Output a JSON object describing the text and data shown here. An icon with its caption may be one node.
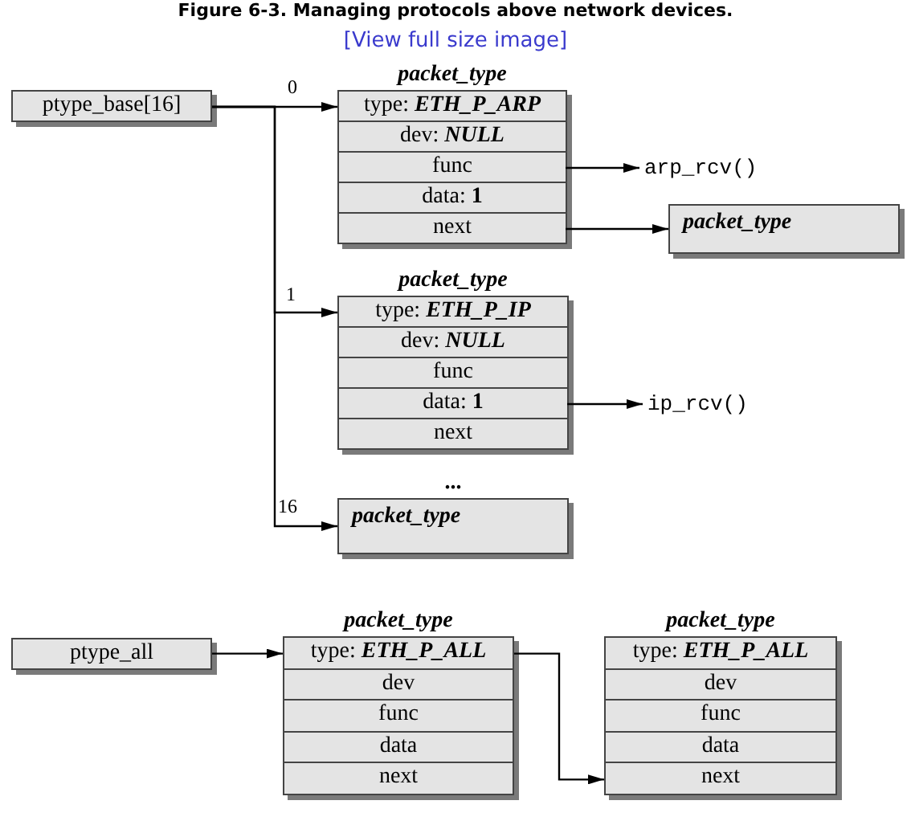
{
  "diagram": {
    "title": "Figure 6-3. Managing protocols above network devices.",
    "nodes": [
      {
        "text": [
          "ptype_base[16]"
        ]
      },
      {
        "text": [
          "packet_type"
        ]
      },
      {
        "text": [
          "type: *ETH_P_ARP*"
        ],
        "in": 1
      },
      {
        "text": [
          "dev: *NULL*"
        ],
        "in": 1
      },
      {
        "text": [
          "func"
        ],
        "in": 1
      },
      {
        "text": [
          "data: **1**"
        ],
        "in": 1
      },
      {
        "text": [
          "next"
        ],
        "in": 1
      },
      {
        "text": [
          "arp_rcv()"
        ]
      },
      {
        "text": [
          "packet_type"
        ]
      },
      {
        "text": [
          "packet_type"
        ]
      },
      {
        "text": [
          "type: *ETH_P_IP*"
        ],
        "in": 9
      },
      {
        "text": [
          "dev: *NULL*"
        ],
        "in": 9
      },
      {
        "text": [
          "func"
        ],
        "in": 9
      },
      {
        "text": [
          "data: **1**"
        ],
        "in": 9
      },
      {
        "text": [
          "next"
        ],
        "in": 9
      },
      {
        "text": [
          "ip_rcv()"
        ]
      },
      {
        "text": [
          "packet_type"
        ]
      },
      {
        "text": [
          "ptype_all"
        ]
      },
      {
        "text": [
          "packet_type"
        ]
      },
      {
        "text": [
          "type: *ETH_P_ALL*"
        ],
        "in": 18
      },
      {
        "text": [
          "dev"
        ],
        "in": 18
      },
      {
        "text": [
          "func"
        ],
        "in": 18
      },
      {
        "text": [
          "data"
        ],
        "in": 18
      },
      {
        "text": [
          "next"
        ],
        "in": 18
      },
      {
        "text": [
          "packet_type"
        ]
      },
      {
        "text": [
          "type: *ETH_P_ALL*"
        ],
        "in": 24
      },
      {
        "text": [
          "dev"
        ],
        "in": 24
      },
      {
        "text": [
          "func"
        ],
        "in": 24
      },
      {
        "text": [
          "data"
        ],
        "in": 24
      },
      {
        "text": [
          "next"
        ],
        "in": 24
      }
    ],
    "edges": [
      {
        "from": 0,
        "to": 1,
        "arrow": "to",
        "label": "0"
      },
      {
        "from": 4,
        "to": 7,
        "arrow": "to"
      },
      {
        "from": 6,
        "to": 8,
        "arrow": "to"
      },
      {
        "from": 0,
        "to": 9,
        "arrow": "to",
        "label": "1"
      },
      {
        "from": 13,
        "to": 15,
        "arrow": "to"
      },
      {
        "from": 0,
        "to": 16,
        "arrow": "to",
        "label": "16"
      },
      {
        "from": 17,
        "to": 18,
        "arrow": "to"
      },
      {
        "from": 18,
        "to": 24,
        "arrow": "to"
      }
    ],
    "labels": [
      "[View full size image]",
      "..."
    ]
  }
}
